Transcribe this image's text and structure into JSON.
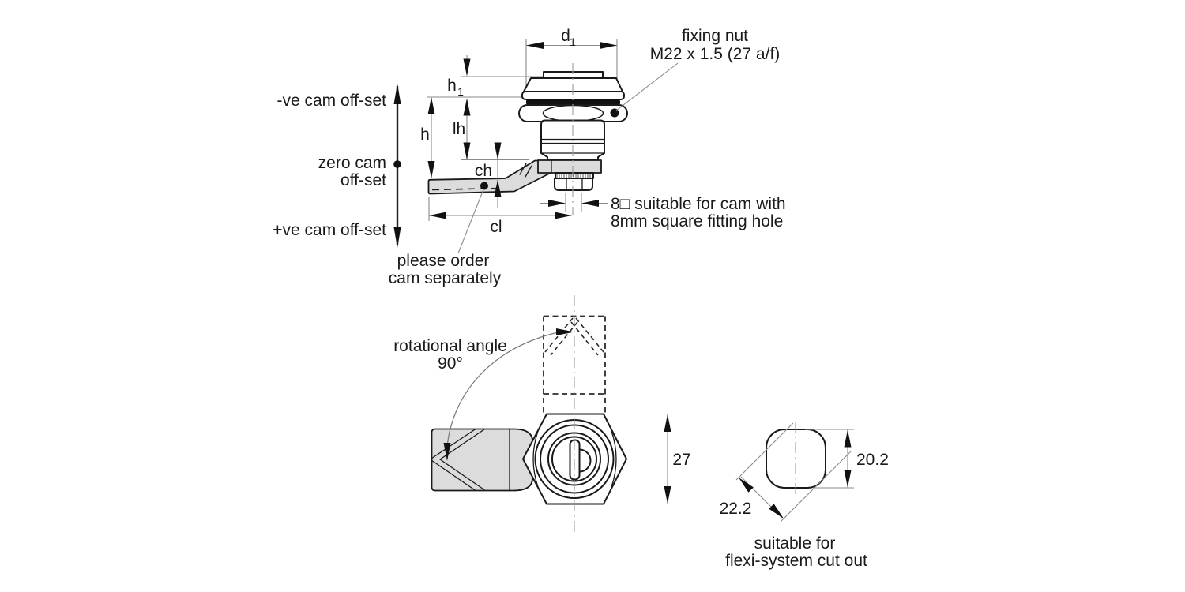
{
  "side_view": {
    "dim_labels": {
      "d_main": "d",
      "d_sub": "1",
      "h1_main": "h",
      "h1_sub": "1",
      "h": "h",
      "lh": "lh",
      "ch": "ch",
      "cl": "cl"
    },
    "offset_scale": {
      "negative": "-ve cam off-set",
      "zero_line1": "zero cam",
      "zero_line2": "off-set",
      "positive": "+ve cam off-set"
    },
    "fixing_nut_note": {
      "line1": "fixing nut",
      "line2": "M22 x 1.5 (27 a/f)"
    },
    "square_drive_note": {
      "line1": "8□ suitable for cam with",
      "line2": "8mm square fitting hole"
    },
    "cam_order_note": {
      "line1": "please order",
      "line2": "cam separately"
    }
  },
  "front_view": {
    "rotation_note": {
      "line1": "rotational angle",
      "line2": "90°"
    },
    "across_flats_dim": "27"
  },
  "cutout_view": {
    "height_dim": "20.2",
    "width_dim": "22.2",
    "caption_line1": "suitable for",
    "caption_line2": "flexi-system cut out"
  },
  "colors": {
    "outline": "#1a1a1a",
    "dimension_line": "#8a8a8a",
    "metal_fill": "#dcdcdc",
    "background": "#ffffff",
    "arrow": "#111111"
  }
}
